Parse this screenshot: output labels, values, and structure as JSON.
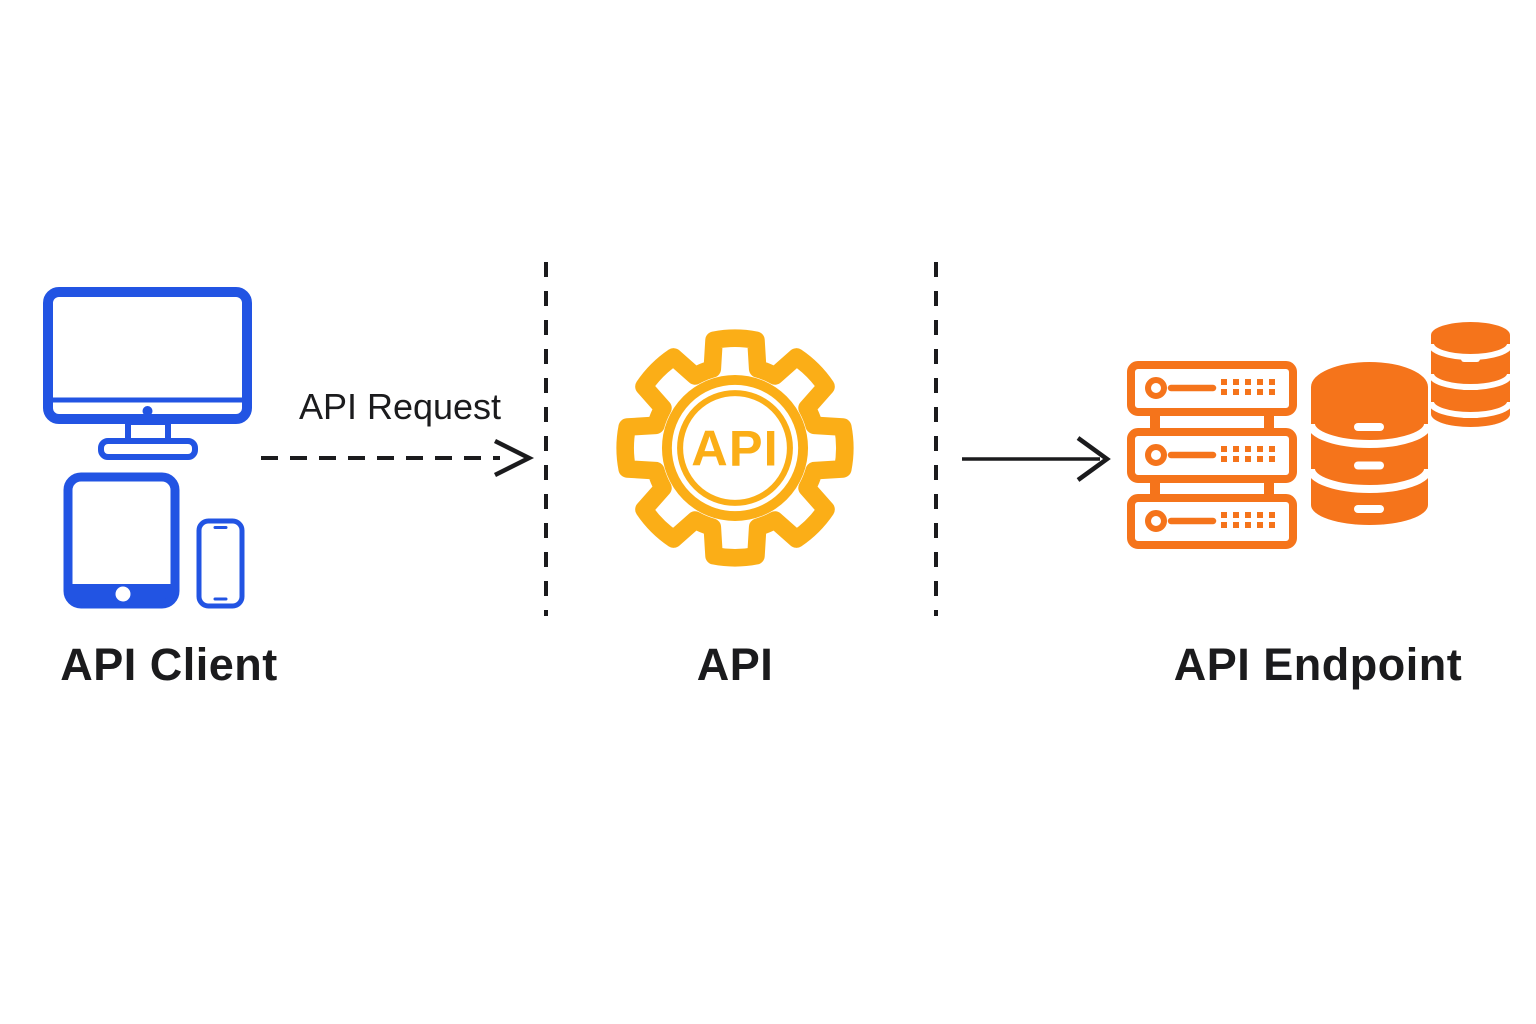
{
  "colors": {
    "blue": "#2254e3",
    "amber": "#fbae17",
    "orange": "#f5741b",
    "ink": "#1b1b1d"
  },
  "sections": {
    "client": {
      "label": "API Client",
      "icons": [
        "desktop-computer-icon",
        "tablet-icon",
        "smartphone-icon"
      ]
    },
    "api": {
      "label": "API",
      "gear_text": "API",
      "icons": [
        "gear-icon"
      ]
    },
    "endpoint": {
      "label": "API Endpoint",
      "icons": [
        "server-rack-icon",
        "database-large-icon",
        "database-small-icon"
      ]
    }
  },
  "connectors": {
    "request": {
      "label": "API Request",
      "style": "dashed-arrow",
      "from": "client",
      "to": "api"
    },
    "response": {
      "style": "solid-arrow",
      "from": "api",
      "to": "endpoint"
    }
  },
  "dividers": {
    "style": "dashed-vertical",
    "count": 2
  }
}
